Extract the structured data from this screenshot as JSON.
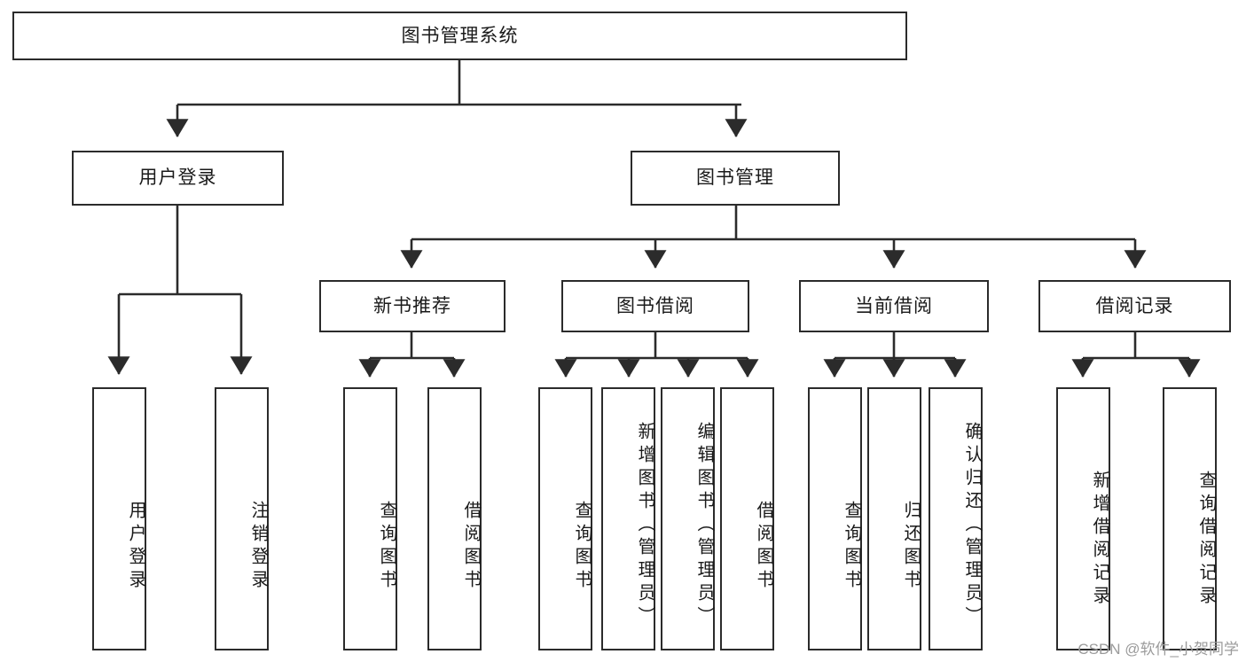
{
  "diagram": {
    "type": "hierarchy-tree",
    "title": "图书管理系统",
    "root": {
      "label": "图书管理系统"
    },
    "level2": [
      {
        "label": "用户登录"
      },
      {
        "label": "图书管理"
      }
    ],
    "level3": [
      {
        "label": "新书推荐"
      },
      {
        "label": "图书借阅"
      },
      {
        "label": "当前借阅"
      },
      {
        "label": "借阅记录"
      }
    ],
    "leaves": {
      "user_login": [
        {
          "label": "用户登录"
        },
        {
          "label": "注销登录"
        }
      ],
      "new_book_recommend": [
        {
          "label": "查询图书"
        },
        {
          "label": "借阅图书"
        }
      ],
      "book_borrow": [
        {
          "label": "查询图书"
        },
        {
          "label": "新增图书（管理员）"
        },
        {
          "label": "编辑图书（管理员）"
        },
        {
          "label": "借阅图书"
        }
      ],
      "current_borrow": [
        {
          "label": "查询图书"
        },
        {
          "label": "归还图书"
        },
        {
          "label": "确认归还（管理员）"
        }
      ],
      "borrow_record": [
        {
          "label": "新增借阅记录"
        },
        {
          "label": "查询借阅记录"
        }
      ]
    }
  },
  "watermark": {
    "text": "CSDN @软件_小贺同学"
  },
  "colors": {
    "stroke": "#2b2b2b",
    "background": "#ffffff",
    "text": "#1a1a1a",
    "watermark": "#9b9b9b"
  }
}
